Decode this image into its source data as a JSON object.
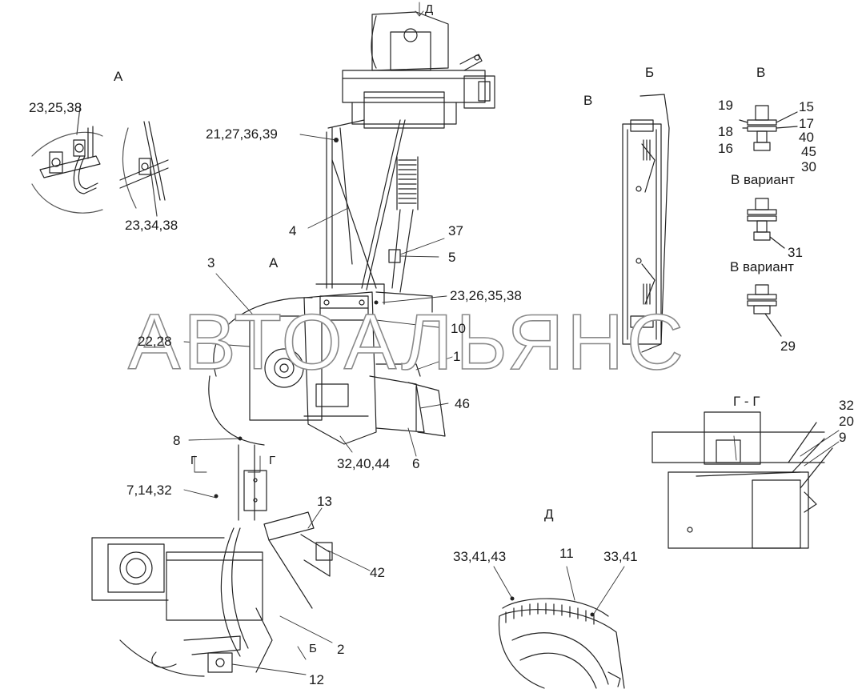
{
  "watermark": "АВТОАЛЬЯНС",
  "view_labels": {
    "A_detail": "А",
    "A_main": "А",
    "B_detail": "Б",
    "V_detail": "В",
    "V_on_B": "В",
    "variant_1": "В вариант",
    "variant_2": "В вариант",
    "G_G": "Г - Г",
    "G_left": "Г",
    "G_right": "Г",
    "D_top": "Д",
    "D_detail": "Д",
    "B_arrow": "Б"
  },
  "callouts": {
    "c_23_25_38": "23,25,38",
    "c_23_34_38": "23,34,38",
    "c_21_27_36_39": "21,27,36,39",
    "c_4": "4",
    "c_37": "37",
    "c_5": "5",
    "c_3": "3",
    "c_23_26_35_38": "23,26,35,38",
    "c_10": "10",
    "c_22_28": "22,28",
    "c_1": "1",
    "c_46": "46",
    "c_8": "8",
    "c_32_40_44": "32,40,44",
    "c_6": "6",
    "c_7_14_32": "7,14,32",
    "c_13": "13",
    "c_42": "42",
    "c_2": "2",
    "c_12": "12",
    "c_19": "19",
    "c_15": "15",
    "c_18": "18",
    "c_17": "17",
    "c_16": "16",
    "c_40": "40",
    "c_45": "45",
    "c_30": "30",
    "c_31": "31",
    "c_29": "29",
    "c_32b": "32",
    "c_20": "20",
    "c_9": "9",
    "c_33_41_43": "33,41,43",
    "c_11": "11",
    "c_33_41": "33,41"
  }
}
